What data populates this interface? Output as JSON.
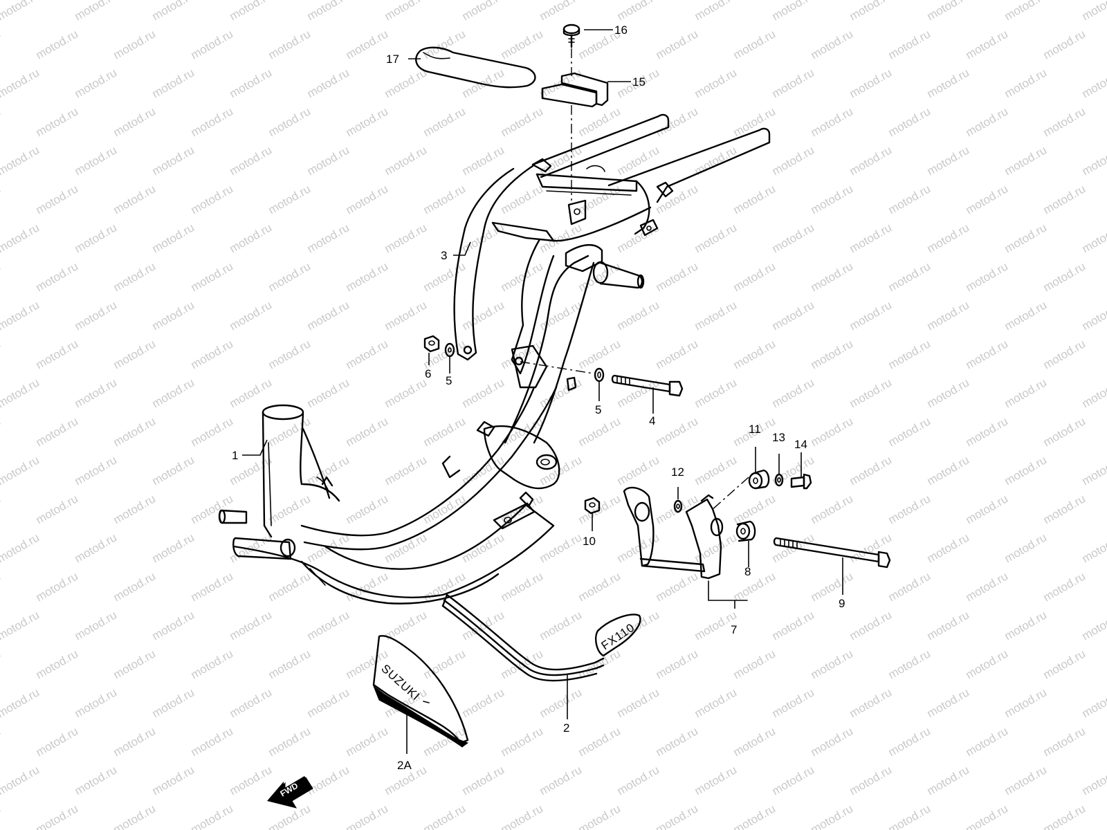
{
  "watermark": "motod.ru",
  "callouts": {
    "c1": "1",
    "c2": "2",
    "c2a": "2A",
    "c3": "3",
    "c4": "4",
    "c5a": "5",
    "c5b": "5",
    "c6": "6",
    "c7": "7",
    "c8": "8",
    "c9": "9",
    "c10": "10",
    "c11": "11",
    "c12": "12",
    "c13": "13",
    "c14": "14",
    "c15": "15",
    "c16": "16",
    "c17": "17"
  },
  "decal_brand": "SUZUKI",
  "decal_model": "FX110",
  "direction_badge": "FWD"
}
